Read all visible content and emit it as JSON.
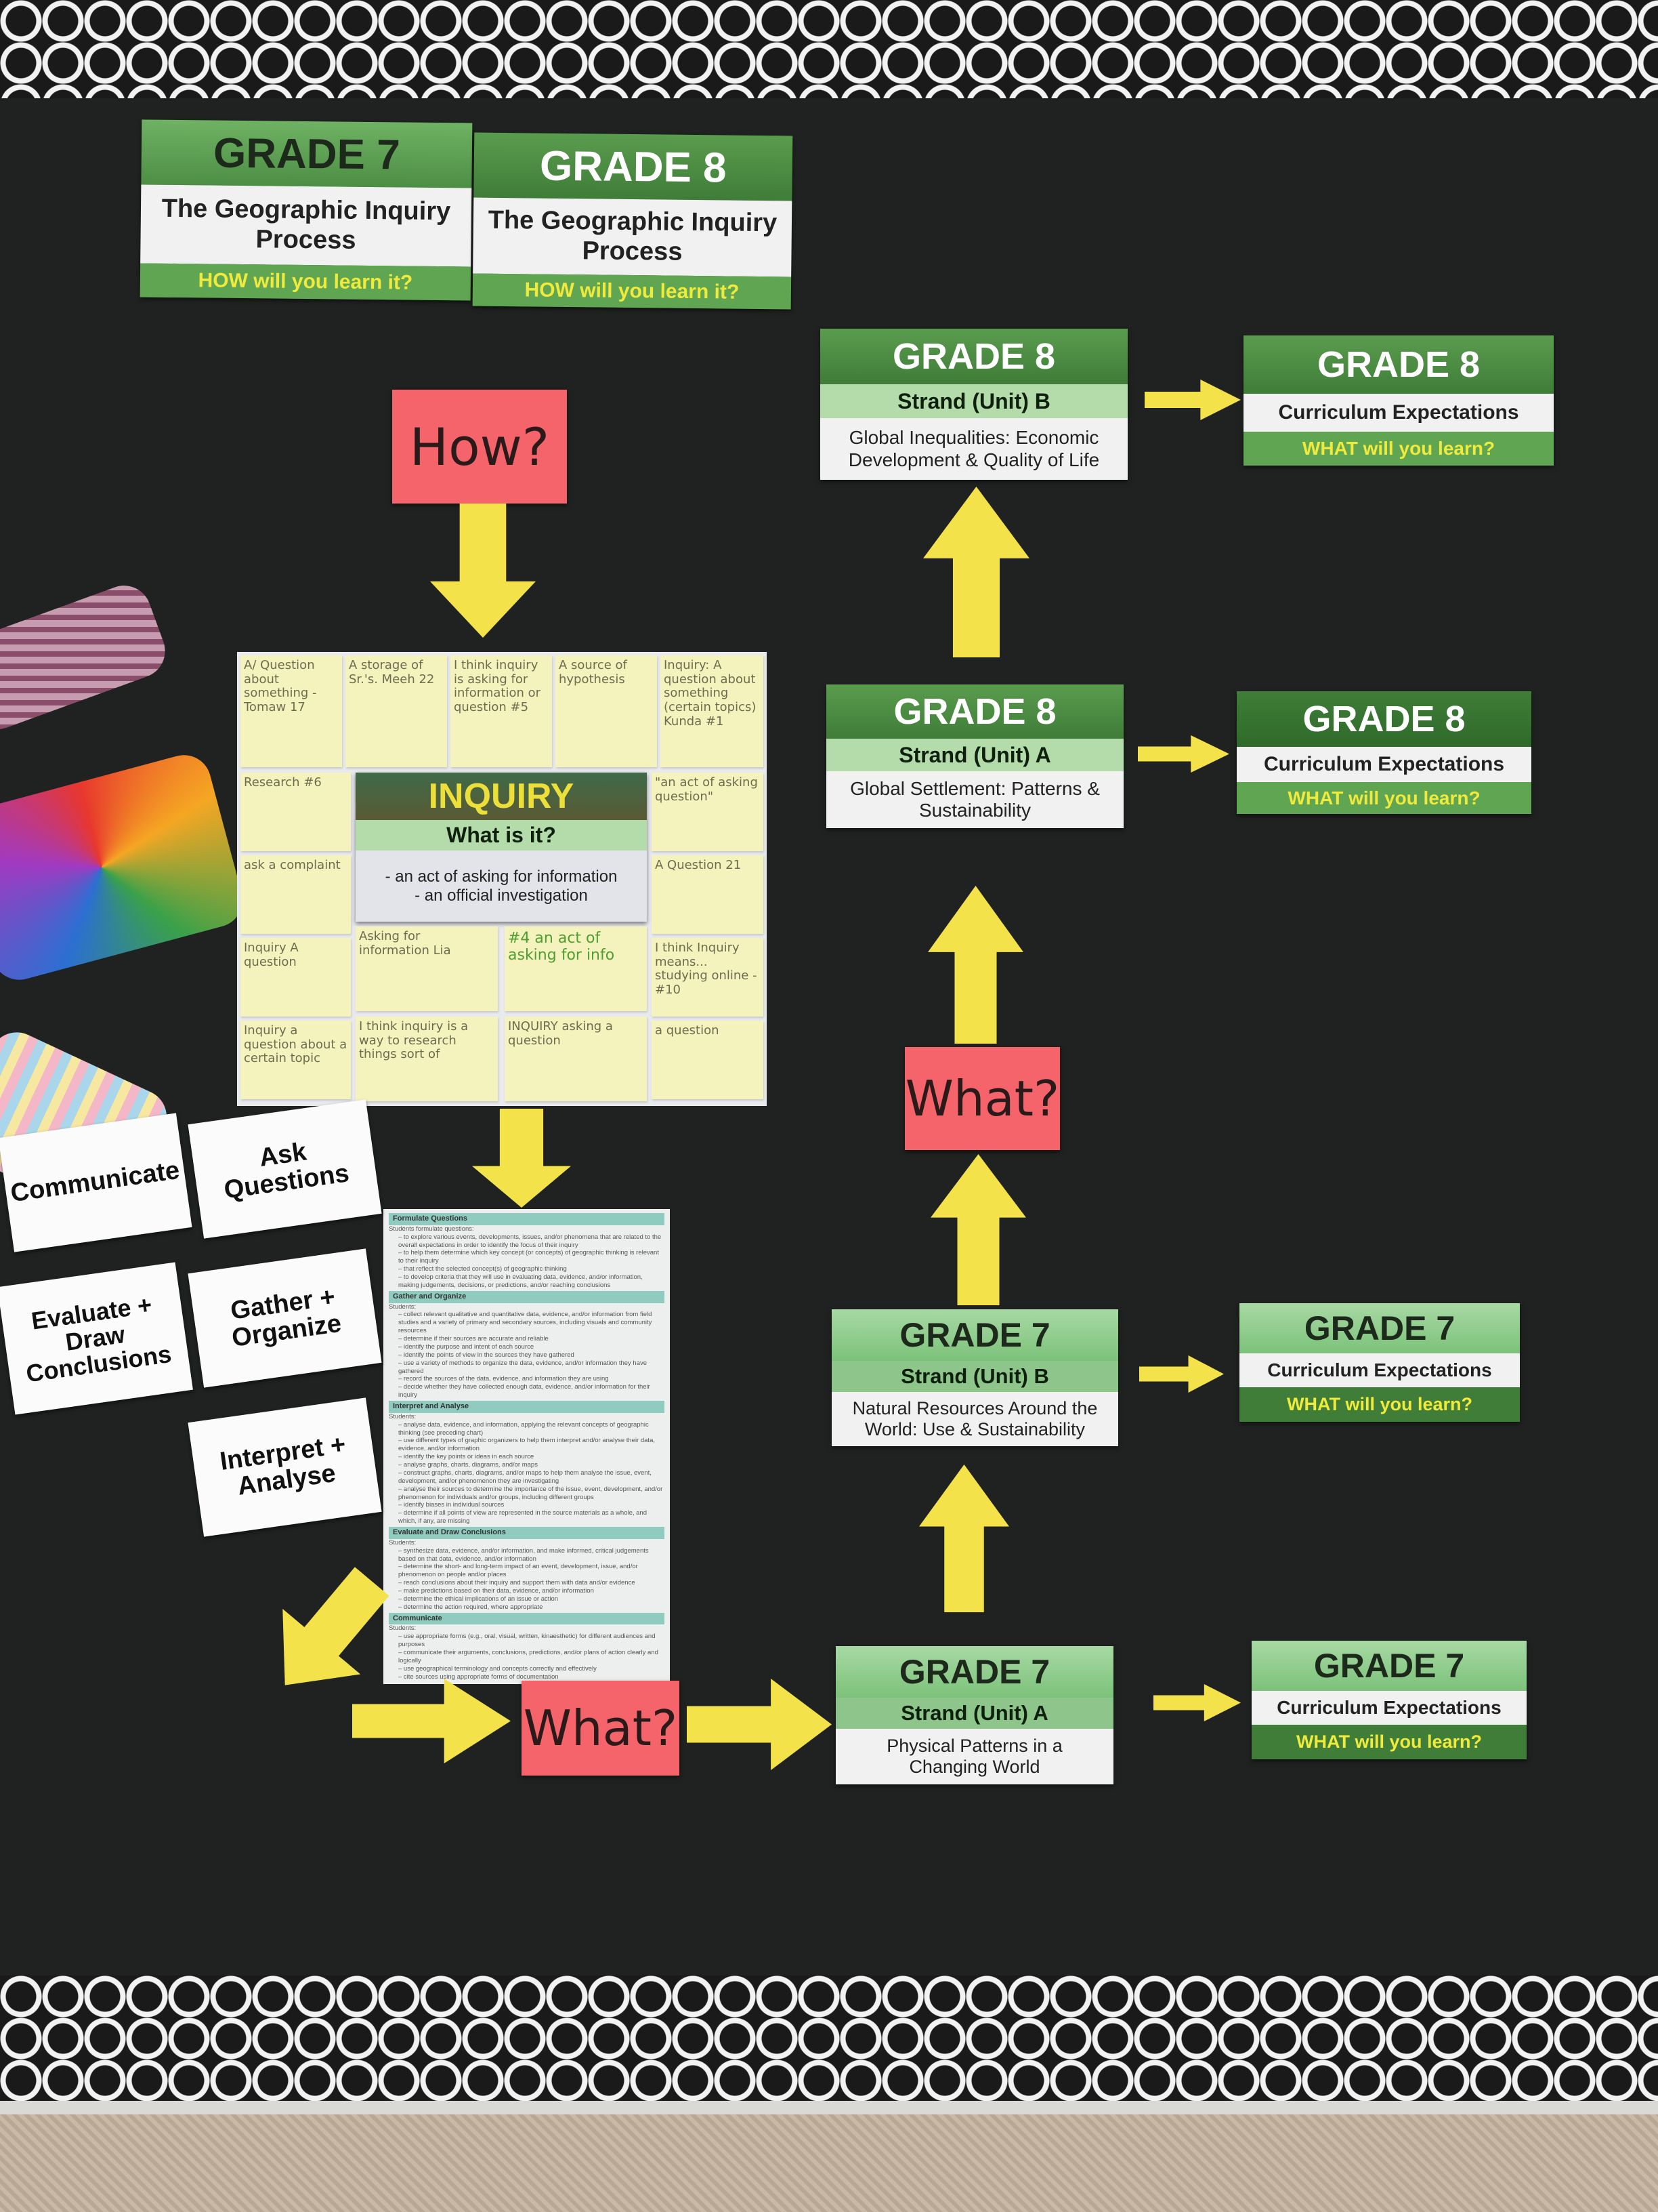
{
  "header_cards": [
    {
      "grade": "GRADE 7",
      "title": "The Geographic Inquiry Process",
      "footer": "HOW will you learn it?"
    },
    {
      "grade": "GRADE 8",
      "title": "The Geographic Inquiry Process",
      "footer": "HOW will you learn it?"
    }
  ],
  "how_label": "How?",
  "what_labels": [
    "What?",
    "What?"
  ],
  "inquiry": {
    "title": "INQUIRY",
    "subtitle": "What is it?",
    "def1": "- an act of asking for information",
    "def2": "- an official investigation"
  },
  "sticky_notes": [
    "A/ Question about something - Tomaw 17",
    "A storage of Sr.'s. Meeh 22",
    "I think inquiry is asking for information or question #5",
    "A source of hypothesis",
    "Inquiry: A question about something (certain topics) Kunda #1",
    "Research #6",
    "ask a complaint",
    "Inquiry A question",
    "Inquiry a question about a certain topic",
    "Asking for information Lia",
    "#4 an act of asking for info",
    "I think inquiry is a way to research things sort of",
    "\"an act of asking question\"",
    "A Question 21",
    "I think Inquiry means... studying online -#10",
    "a question",
    "INQUIRY asking a question"
  ],
  "process_cards": [
    "Ask Questions",
    "Communicate",
    "Gather + Organize",
    "Evaluate + Draw Conclusions",
    "Interpret + Analyse"
  ],
  "process_doc": [
    {
      "heading": "Formulate Questions",
      "intro": "Students formulate questions:",
      "items": [
        "to explore various events, developments, issues, and/or phenomena that are related to the overall expectations in order to identify the focus of their inquiry",
        "to help them determine which key concept (or concepts) of geographic thinking is relevant to their inquiry",
        "that reflect the selected concept(s) of geographic thinking",
        "to develop criteria that they will use in evaluating data, evidence, and/or information, making judgements, decisions, or predictions, and/or reaching conclusions"
      ]
    },
    {
      "heading": "Gather and Organize",
      "intro": "Students:",
      "items": [
        "collect relevant qualitative and quantitative data, evidence, and/or information from field studies and a variety of primary and secondary sources, including visuals and community resources",
        "determine if their sources are accurate and reliable",
        "identify the purpose and intent of each source",
        "identify the points of view in the sources they have gathered",
        "use a variety of methods to organize the data, evidence, and/or information they have gathered",
        "record the sources of the data, evidence, and information they are using",
        "decide whether they have collected enough data, evidence, and/or information for their inquiry"
      ]
    },
    {
      "heading": "Interpret and Analyse",
      "intro": "Students:",
      "items": [
        "analyse data, evidence, and information, applying the relevant concepts of geographic thinking (see preceding chart)",
        "use different types of graphic organizers to help them interpret and/or analyse their data, evidence, and/or information",
        "identify the key points or ideas in each source",
        "analyse graphs, charts, diagrams, and/or maps",
        "construct graphs, charts, diagrams, and/or maps to help them analyse the issue, event, development, and/or phenomenon they are investigating",
        "analyse their sources to determine the importance of the issue, event, development, and/or phenomenon for individuals and/or groups, including different groups",
        "identify biases in individual sources",
        "determine if all points of view are represented in the source materials as a whole, and which, if any, are missing"
      ]
    },
    {
      "heading": "Evaluate and Draw Conclusions",
      "intro": "Students:",
      "items": [
        "synthesize data, evidence, and/or information, and make informed, critical judgements based on that data, evidence, and/or information",
        "determine the short- and long-term impact of an event, development, issue, and/or phenomenon on people and/or places",
        "reach conclusions about their inquiry and support them with data and/or evidence",
        "make predictions based on their data, evidence, and/or information",
        "determine the ethical implications of an issue or action",
        "determine the action required, where appropriate"
      ]
    },
    {
      "heading": "Communicate",
      "intro": "Students:",
      "items": [
        "use appropriate forms (e.g., oral, visual, written, kinaesthetic) for different audiences and purposes",
        "communicate their arguments, conclusions, predictions, and/or plans of action clearly and logically",
        "use geographical terminology and concepts correctly and effectively",
        "cite sources using appropriate forms of documentation"
      ]
    }
  ],
  "strands": [
    {
      "grade": "GRADE 8",
      "strand": "Strand (Unit) B",
      "topic": "Global Inequalities: Economic Development & Quality of Life"
    },
    {
      "grade": "GRADE 8",
      "strand": "Strand (Unit) A",
      "topic": "Global Settlement: Patterns & Sustainability"
    },
    {
      "grade": "GRADE 7",
      "strand": "Strand (Unit) B",
      "topic": "Natural Resources Around the World: Use & Sustainability"
    },
    {
      "grade": "GRADE 7",
      "strand": "Strand (Unit) A",
      "topic": "Physical Patterns in a Changing World"
    }
  ],
  "curriculum": [
    {
      "grade": "GRADE 8",
      "title": "Curriculum Expectations",
      "footer": "WHAT will you learn?"
    },
    {
      "grade": "GRADE 8",
      "title": "Curriculum Expectations",
      "footer": "WHAT will you learn?"
    },
    {
      "grade": "GRADE 7",
      "title": "Curriculum Expectations",
      "footer": "WHAT will you learn?"
    },
    {
      "grade": "GRADE 7",
      "title": "Curriculum Expectations",
      "footer": "WHAT will you learn?"
    }
  ],
  "colors": {
    "board": "#1f2220",
    "green": "#4a8f43",
    "arrow": "#f3e24a",
    "pink": "#f5636b",
    "sticky": "#f5f3bd"
  }
}
